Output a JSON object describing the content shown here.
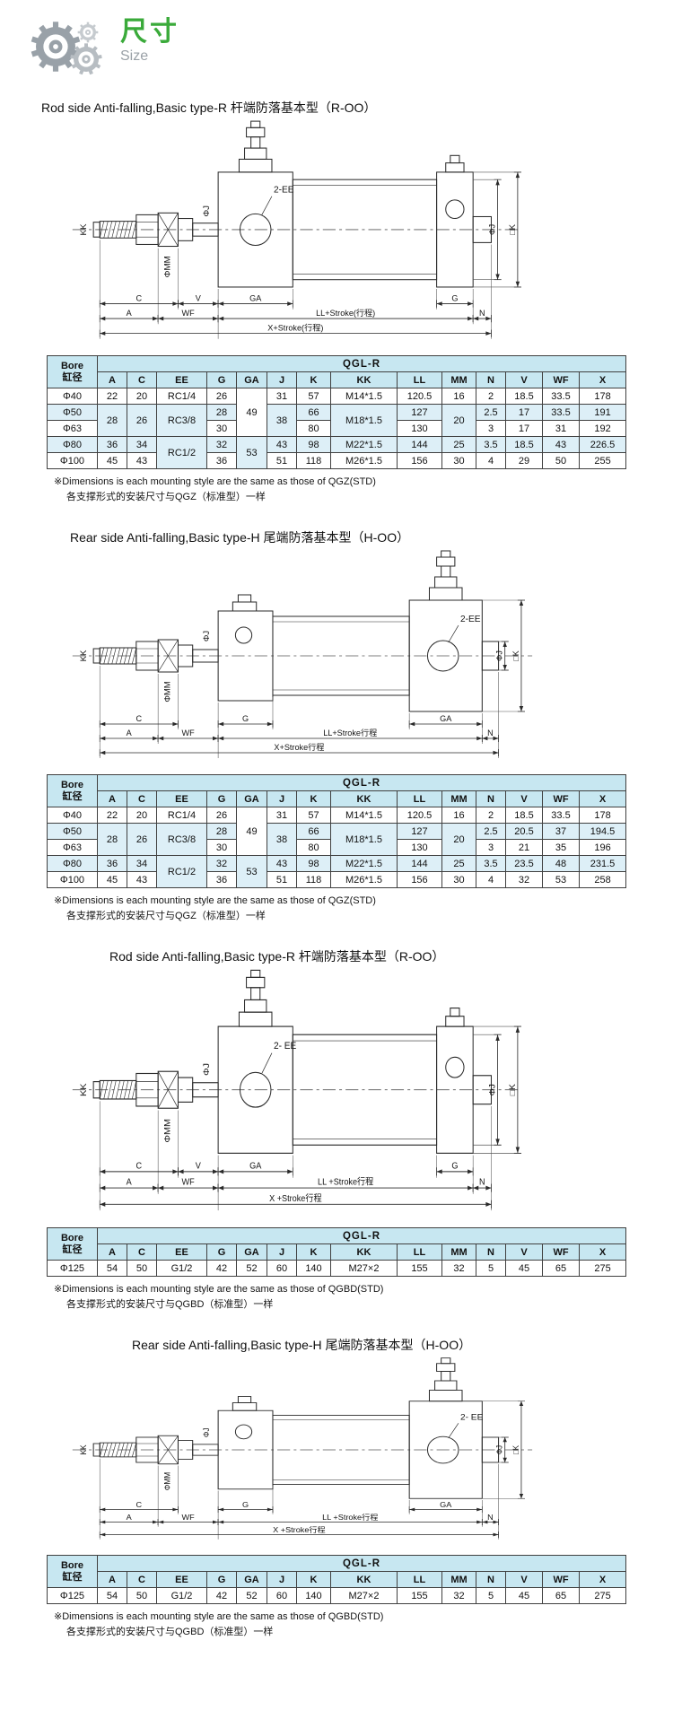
{
  "header": {
    "title_cn": "尺寸",
    "title_en": "Size"
  },
  "sections": [
    {
      "title": "Rod side Anti-falling,Basic type-R 杆端防落基本型（R-OO）",
      "variant": "R",
      "drawing_labels": {
        "kk": "KK",
        "mm": "ΦMM",
        "j": "ΦJ",
        "j2": "ΦJ",
        "k": "□K",
        "ee": "2-EE",
        "c": "C",
        "v": "V",
        "ga": "GA",
        "g": "G",
        "a": "A",
        "wf": "WF",
        "n": "N",
        "ll": "LL+Stroke(行程)",
        "x": "X+Stroke(行程)"
      },
      "table": {
        "group_header": "QGL-R",
        "bore_label": "Bore",
        "bore_label2": "缸径",
        "columns": [
          "A",
          "C",
          "EE",
          "G",
          "GA",
          "J",
          "K",
          "KK",
          "LL",
          "MM",
          "N",
          "V",
          "WF",
          "X"
        ],
        "rows": [
          {
            "bore": "Φ40",
            "alt": false,
            "cells": [
              {
                "v": "22"
              },
              {
                "v": "20"
              },
              {
                "v": "RC1/4"
              },
              {
                "v": "26"
              },
              {
                "v": "49",
                "rs": 3
              },
              {
                "v": "31"
              },
              {
                "v": "57"
              },
              {
                "v": "M14*1.5"
              },
              {
                "v": "120.5"
              },
              {
                "v": "16"
              },
              {
                "v": "2"
              },
              {
                "v": "18.5"
              },
              {
                "v": "33.5"
              },
              {
                "v": "178"
              }
            ]
          },
          {
            "bore": "Φ50",
            "alt": true,
            "cells": [
              {
                "v": "28",
                "rs": 2
              },
              {
                "v": "26",
                "rs": 2
              },
              {
                "v": "RC3/8",
                "rs": 2
              },
              {
                "v": "28"
              },
              {
                "v": "38",
                "rs": 2
              },
              {
                "v": "66"
              },
              {
                "v": "M18*1.5",
                "rs": 2
              },
              {
                "v": "127"
              },
              {
                "v": "20",
                "rs": 2
              },
              {
                "v": "2.5"
              },
              {
                "v": "17"
              },
              {
                "v": "33.5"
              },
              {
                "v": "191"
              }
            ]
          },
          {
            "bore": "Φ63",
            "alt": false,
            "cells": [
              {
                "v": "30"
              },
              {
                "v": "80"
              },
              {
                "v": "130"
              },
              {
                "v": "3"
              },
              {
                "v": "17"
              },
              {
                "v": "31"
              },
              {
                "v": "192"
              }
            ]
          },
          {
            "bore": "Φ80",
            "alt": true,
            "cells": [
              {
                "v": "36"
              },
              {
                "v": "34"
              },
              {
                "v": "RC1/2",
                "rs": 2
              },
              {
                "v": "32"
              },
              {
                "v": "53",
                "rs": 2
              },
              {
                "v": "43"
              },
              {
                "v": "98"
              },
              {
                "v": "M22*1.5"
              },
              {
                "v": "144"
              },
              {
                "v": "25"
              },
              {
                "v": "3.5"
              },
              {
                "v": "18.5"
              },
              {
                "v": "43"
              },
              {
                "v": "226.5"
              }
            ]
          },
          {
            "bore": "Φ100",
            "alt": false,
            "cells": [
              {
                "v": "45"
              },
              {
                "v": "43"
              },
              {
                "v": "36"
              },
              {
                "v": "51"
              },
              {
                "v": "118"
              },
              {
                "v": "M26*1.5"
              },
              {
                "v": "156"
              },
              {
                "v": "30"
              },
              {
                "v": "4"
              },
              {
                "v": "29"
              },
              {
                "v": "50"
              },
              {
                "v": "255"
              }
            ]
          }
        ]
      },
      "notes": [
        "※Dimensions is each mounting style are the same as those of QGZ(STD)",
        "各支撑形式的安装尺寸与QGZ（标准型）一样"
      ]
    },
    {
      "title": "Rear side Anti-falling,Basic type-H 尾端防落基本型（H-OO）",
      "variant": "H",
      "drawing_labels": {
        "kk": "KK",
        "mm": "ΦMM",
        "j": "ΦJ",
        "j2": "ΦJ",
        "k": "□K",
        "ee": "2-EE",
        "c": "C",
        "g": "G",
        "ga": "GA",
        "a": "A",
        "wf": "WF",
        "n": "N",
        "ll": "LL+Stroke行程",
        "x": "X+Stroke行程"
      },
      "table": {
        "group_header": "QGL-R",
        "bore_label": "Bore",
        "bore_label2": "缸径",
        "columns": [
          "A",
          "C",
          "EE",
          "G",
          "GA",
          "J",
          "K",
          "KK",
          "LL",
          "MM",
          "N",
          "V",
          "WF",
          "X"
        ],
        "rows": [
          {
            "bore": "Φ40",
            "alt": false,
            "cells": [
              {
                "v": "22"
              },
              {
                "v": "20"
              },
              {
                "v": "RC1/4"
              },
              {
                "v": "26"
              },
              {
                "v": "49",
                "rs": 3
              },
              {
                "v": "31"
              },
              {
                "v": "57"
              },
              {
                "v": "M14*1.5"
              },
              {
                "v": "120.5"
              },
              {
                "v": "16"
              },
              {
                "v": "2"
              },
              {
                "v": "18.5"
              },
              {
                "v": "33.5"
              },
              {
                "v": "178"
              }
            ]
          },
          {
            "bore": "Φ50",
            "alt": true,
            "cells": [
              {
                "v": "28",
                "rs": 2
              },
              {
                "v": "26",
                "rs": 2
              },
              {
                "v": "RC3/8",
                "rs": 2
              },
              {
                "v": "28"
              },
              {
                "v": "38",
                "rs": 2
              },
              {
                "v": "66"
              },
              {
                "v": "M18*1.5",
                "rs": 2
              },
              {
                "v": "127"
              },
              {
                "v": "20",
                "rs": 2
              },
              {
                "v": "2.5"
              },
              {
                "v": "20.5"
              },
              {
                "v": "37"
              },
              {
                "v": "194.5"
              }
            ]
          },
          {
            "bore": "Φ63",
            "alt": false,
            "cells": [
              {
                "v": "30"
              },
              {
                "v": "80"
              },
              {
                "v": "130"
              },
              {
                "v": "3"
              },
              {
                "v": "21"
              },
              {
                "v": "35"
              },
              {
                "v": "196"
              }
            ]
          },
          {
            "bore": "Φ80",
            "alt": true,
            "cells": [
              {
                "v": "36"
              },
              {
                "v": "34"
              },
              {
                "v": "RC1/2",
                "rs": 2
              },
              {
                "v": "32"
              },
              {
                "v": "53",
                "rs": 2
              },
              {
                "v": "43"
              },
              {
                "v": "98"
              },
              {
                "v": "M22*1.5"
              },
              {
                "v": "144"
              },
              {
                "v": "25"
              },
              {
                "v": "3.5"
              },
              {
                "v": "23.5"
              },
              {
                "v": "48"
              },
              {
                "v": "231.5"
              }
            ]
          },
          {
            "bore": "Φ100",
            "alt": false,
            "cells": [
              {
                "v": "45"
              },
              {
                "v": "43"
              },
              {
                "v": "36"
              },
              {
                "v": "51"
              },
              {
                "v": "118"
              },
              {
                "v": "M26*1.5"
              },
              {
                "v": "156"
              },
              {
                "v": "30"
              },
              {
                "v": "4"
              },
              {
                "v": "32"
              },
              {
                "v": "53"
              },
              {
                "v": "258"
              }
            ]
          }
        ]
      },
      "notes": [
        "※Dimensions is each mounting style are the same as those of QGZ(STD)",
        "各支撑形式的安装尺寸与QGZ（标准型）一样"
      ]
    },
    {
      "title": "Rod side Anti-falling,Basic type-R 杆端防落基本型（R-OO）",
      "variant": "R",
      "drawing_labels": {
        "kk": "KK",
        "mm": "ΦMM",
        "j": "ΦJ",
        "j2": "ΦJ",
        "k": "□K",
        "ee": "2- EE",
        "c": "C",
        "v": "V",
        "ga": "GA",
        "g": "G",
        "a": "A",
        "wf": "WF",
        "n": "N",
        "ll": "LL +Stroke行程",
        "x": "X +Stroke行程"
      },
      "table": {
        "group_header": "QGL-R",
        "bore_label": "Bore",
        "bore_label2": "缸径",
        "columns": [
          "A",
          "C",
          "EE",
          "G",
          "GA",
          "J",
          "K",
          "KK",
          "LL",
          "MM",
          "N",
          "V",
          "WF",
          "X"
        ],
        "rows": [
          {
            "bore": "Φ125",
            "alt": false,
            "cells": [
              {
                "v": "54"
              },
              {
                "v": "50"
              },
              {
                "v": "G1/2"
              },
              {
                "v": "42"
              },
              {
                "v": "52"
              },
              {
                "v": "60"
              },
              {
                "v": "140"
              },
              {
                "v": "M27×2"
              },
              {
                "v": "155"
              },
              {
                "v": "32"
              },
              {
                "v": "5"
              },
              {
                "v": "45"
              },
              {
                "v": "65"
              },
              {
                "v": "275"
              }
            ]
          }
        ]
      },
      "notes": [
        "※Dimensions is each mounting style are the same as those of QGBD(STD)",
        "各支撑形式的安装尺寸与QGBD（标准型）一样"
      ]
    },
    {
      "title": "Rear side Anti-falling,Basic type-H 尾端防落基本型（H-OO）",
      "variant": "H",
      "drawing_labels": {
        "kk": "KK",
        "mm": "ΦMM",
        "j": "ΦJ",
        "j2": "ΦJ",
        "k": "□K",
        "ee": "2- EE",
        "c": "C",
        "g": "G",
        "ga": "GA",
        "a": "A",
        "wf": "WF",
        "n": "N",
        "ll": "LL +Stroke行程",
        "x": "X +Stroke行程"
      },
      "table": {
        "group_header": "QGL-R",
        "bore_label": "Bore",
        "bore_label2": "缸径",
        "columns": [
          "A",
          "C",
          "EE",
          "G",
          "GA",
          "J",
          "K",
          "KK",
          "LL",
          "MM",
          "N",
          "V",
          "WF",
          "X"
        ],
        "rows": [
          {
            "bore": "Φ125",
            "alt": false,
            "cells": [
              {
                "v": "54"
              },
              {
                "v": "50"
              },
              {
                "v": "G1/2"
              },
              {
                "v": "42"
              },
              {
                "v": "52"
              },
              {
                "v": "60"
              },
              {
                "v": "140"
              },
              {
                "v": "M27×2"
              },
              {
                "v": "155"
              },
              {
                "v": "32"
              },
              {
                "v": "5"
              },
              {
                "v": "45"
              },
              {
                "v": "65"
              },
              {
                "v": "275"
              }
            ]
          }
        ]
      },
      "notes": [
        "※Dimensions is each mounting style are the same as those of QGBD(STD)",
        "各支撑形式的安装尺寸与QGBD（标准型）一样"
      ]
    }
  ]
}
